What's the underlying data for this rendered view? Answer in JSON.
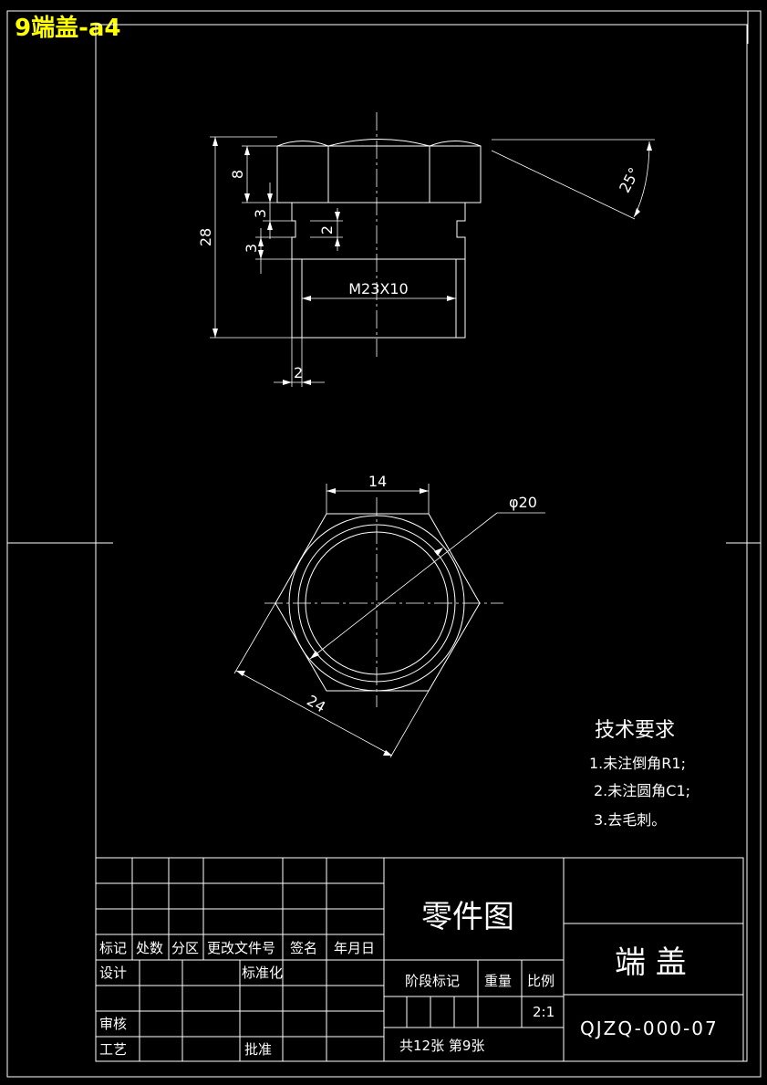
{
  "header": {
    "title": "9端盖-a4"
  },
  "side_view": {
    "dims": {
      "d8": "8",
      "d28": "28",
      "d3a": "3",
      "d3b": "3",
      "d2v": "2",
      "d2h": "2",
      "angle": "25°"
    },
    "thread": "M23X10"
  },
  "top_view": {
    "dims": {
      "d14": "14",
      "d24": "24",
      "phi20": "φ20"
    }
  },
  "tech": {
    "title": "技术要求",
    "items": [
      "1.未注倒角R1;",
      "2.未注圆角C1;",
      "3.去毛刺。"
    ]
  },
  "title_block": {
    "left_headers": [
      "标记",
      "处数",
      "分区",
      "更改文件号",
      "签名",
      "年月日"
    ],
    "design": "设计",
    "standardize": "标准化",
    "review": "审核",
    "process": "工艺",
    "approve": "批准",
    "drawing_type": "零件图",
    "stage": "阶段标记",
    "weight": "重量",
    "scale_label": "比例",
    "scale": "2:1",
    "sheets": "共12张 第9张",
    "part_name": "端 盖",
    "code": "QJZQ-000-07"
  }
}
